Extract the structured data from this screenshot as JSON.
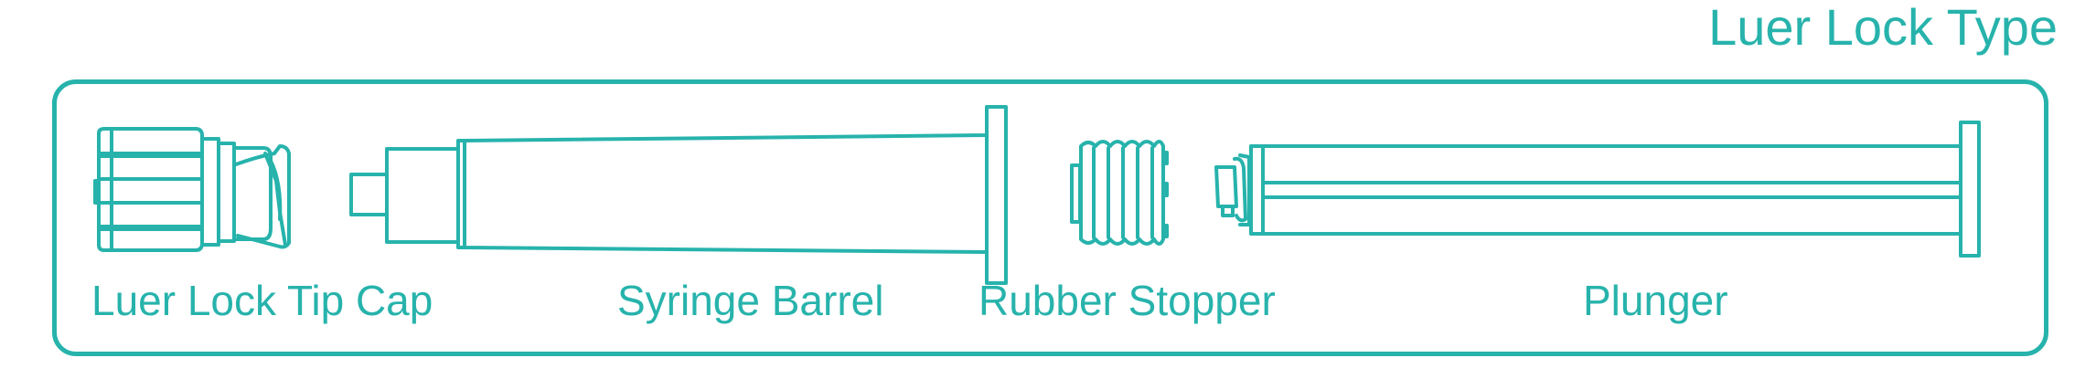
{
  "title": "Luer Lock Type",
  "accent_color": "#27b3ac",
  "parts": [
    {
      "label": "Luer Lock Tip Cap"
    },
    {
      "label": "Syringe Barrel"
    },
    {
      "label": "Rubber Stopper"
    },
    {
      "label": "Plunger"
    }
  ]
}
